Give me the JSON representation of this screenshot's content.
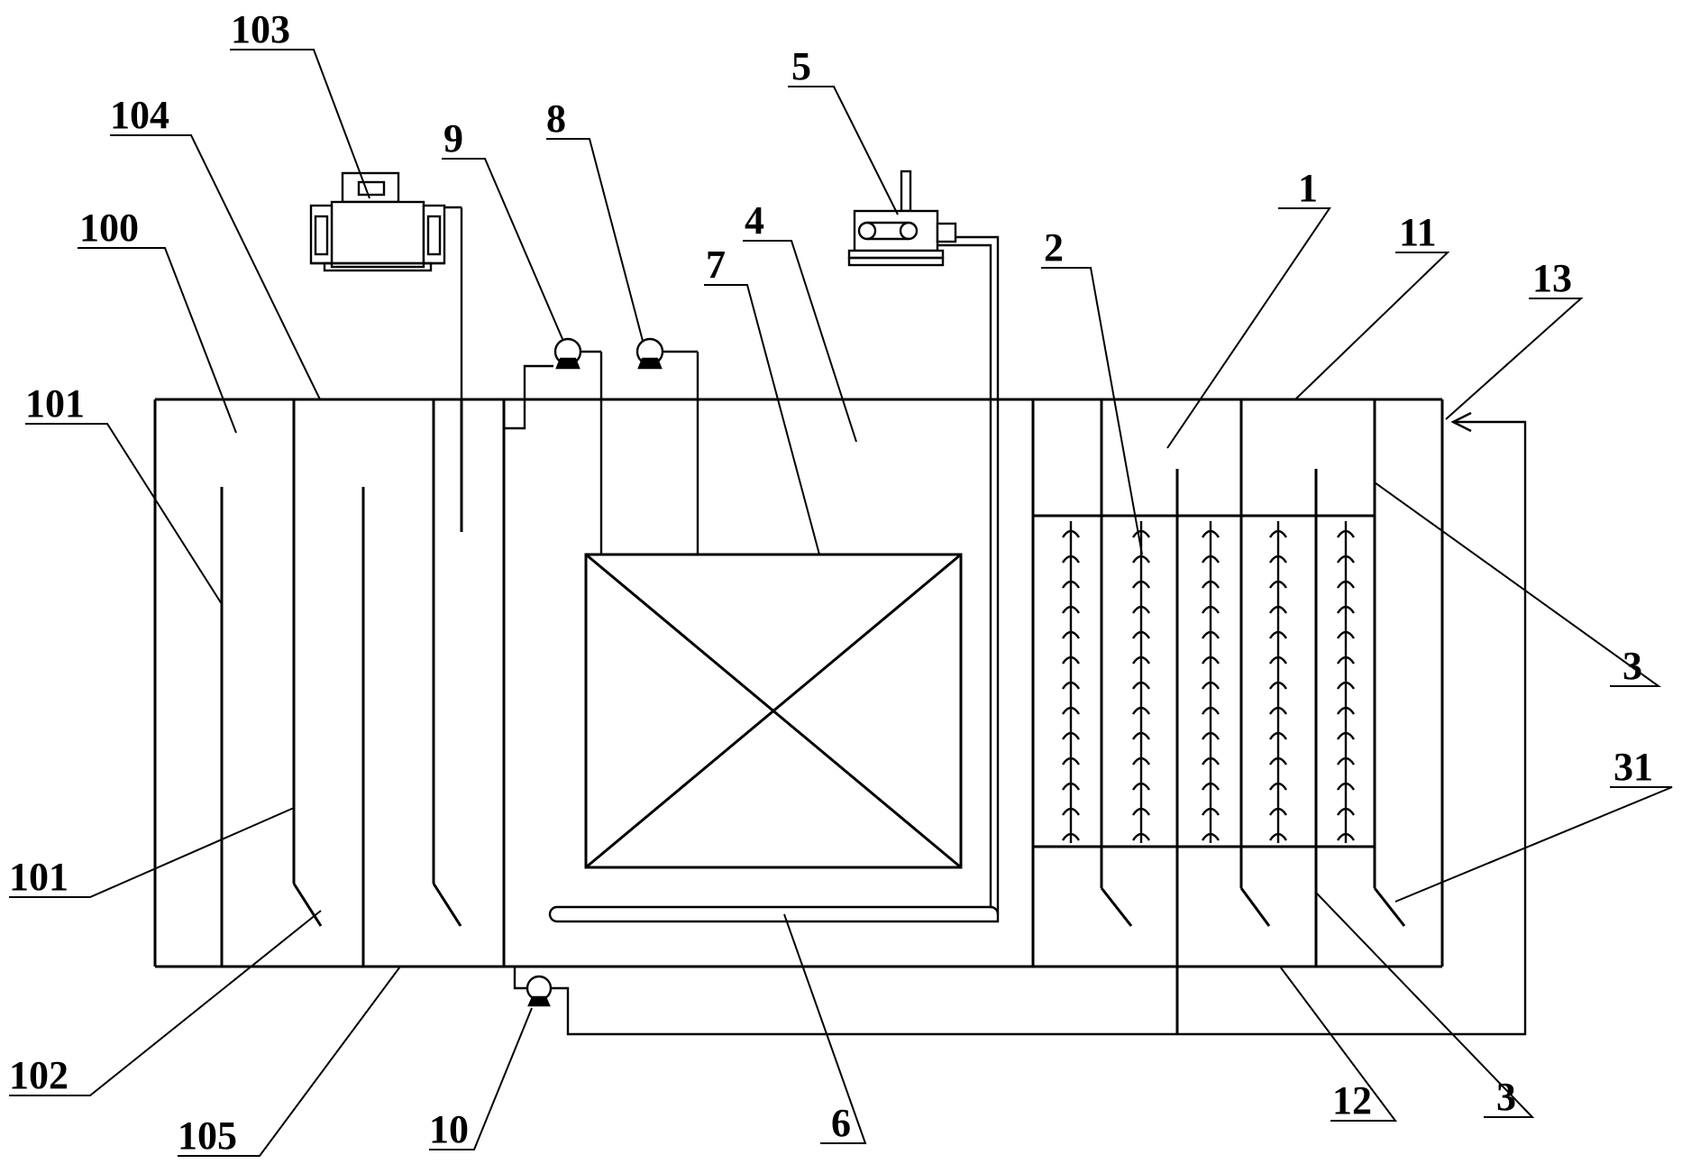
{
  "labels": {
    "l_103": "103",
    "l_104": "104",
    "l_100": "100",
    "l_101a": "101",
    "l_101b": "101",
    "l_102": "102",
    "l_105": "105",
    "l_9": "9",
    "l_8": "8",
    "l_7": "7",
    "l_4": "4",
    "l_5": "5",
    "l_1": "1",
    "l_2": "2",
    "l_11": "11",
    "l_13": "13",
    "l_3a": "3",
    "l_31": "31",
    "l_3b": "3",
    "l_12": "12",
    "l_6": "6",
    "l_10": "10"
  },
  "colors": {
    "line": "#000000",
    "background": "#ffffff"
  }
}
